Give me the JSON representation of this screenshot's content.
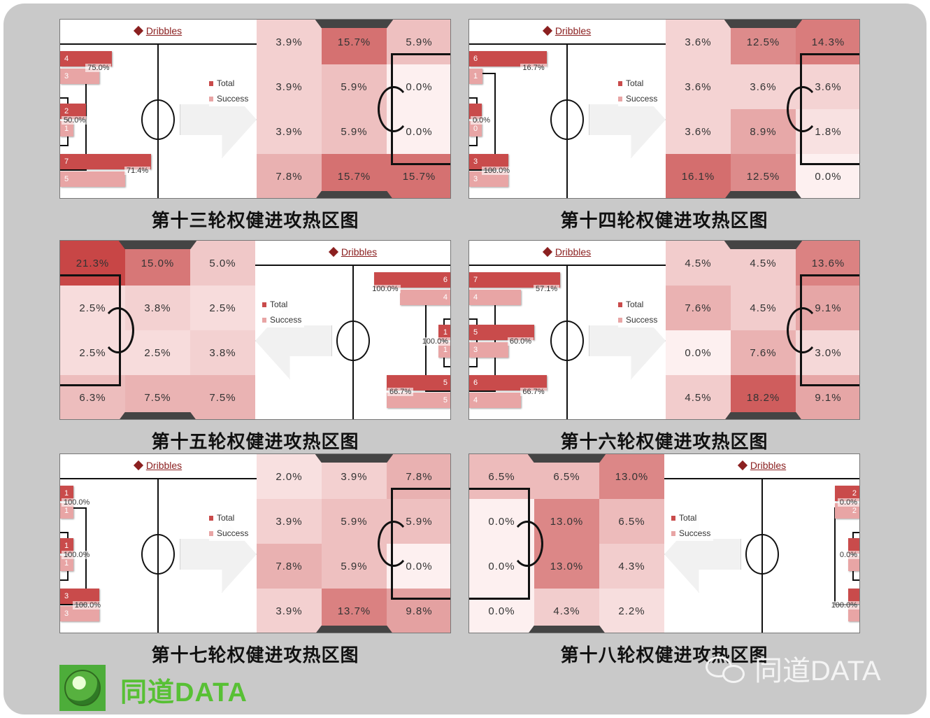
{
  "legend": {
    "total": "Total",
    "success": "Success",
    "title": "Dribbles"
  },
  "colors": {
    "total": "#c94b4b",
    "success": "#e8a5a5",
    "brand_green": "#58c035"
  },
  "panels": [
    {
      "caption": "第十三轮权健进攻热区图",
      "heatmap": [
        "3.9%",
        "15.7%",
        "5.9%",
        "3.9%",
        "5.9%",
        "0.0%",
        "3.9%",
        "5.9%",
        "0.0%",
        "7.8%",
        "15.7%",
        "15.7%"
      ],
      "bars": [
        {
          "total": "4",
          "success": "3",
          "pct": "75.0%"
        },
        {
          "total": "2",
          "success": "1",
          "pct": "50.0%"
        },
        {
          "total": "7",
          "success": "5",
          "pct": "71.4%"
        }
      ]
    },
    {
      "caption": "第十四轮权健进攻热区图",
      "heatmap": [
        "3.6%",
        "12.5%",
        "14.3%",
        "3.6%",
        "3.6%",
        "3.6%",
        "3.6%",
        "8.9%",
        "1.8%",
        "16.1%",
        "12.5%",
        "0.0%"
      ],
      "bars": [
        {
          "total": "6",
          "success": "1",
          "pct": "16.7%"
        },
        {
          "total": "",
          "success": "0",
          "pct": "0.0%"
        },
        {
          "total": "3",
          "success": "3",
          "pct": "100.0%"
        }
      ]
    },
    {
      "caption": "第十五轮权健进攻热区图",
      "heatmap": [
        "21.3%",
        "15.0%",
        "5.0%",
        "2.5%",
        "3.8%",
        "2.5%",
        "2.5%",
        "2.5%",
        "3.8%",
        "6.3%",
        "7.5%",
        "7.5%"
      ],
      "bars": [
        {
          "total": "6",
          "success": "4",
          "pct": "100.0%"
        },
        {
          "total": "1",
          "success": "1",
          "pct": "100.0%"
        },
        {
          "total": "5",
          "success": "5",
          "pct": "66.7%"
        }
      ]
    },
    {
      "caption": "第十六轮权健进攻热区图",
      "heatmap": [
        "4.5%",
        "4.5%",
        "13.6%",
        "7.6%",
        "4.5%",
        "9.1%",
        "0.0%",
        "7.6%",
        "3.0%",
        "4.5%",
        "18.2%",
        "9.1%"
      ],
      "bars": [
        {
          "total": "7",
          "success": "4",
          "pct": "57.1%"
        },
        {
          "total": "5",
          "success": "3",
          "pct": "60.0%"
        },
        {
          "total": "6",
          "success": "4",
          "pct": "66.7%"
        }
      ]
    },
    {
      "caption": "第十七轮权健进攻热区图",
      "heatmap": [
        "2.0%",
        "3.9%",
        "7.8%",
        "3.9%",
        "5.9%",
        "5.9%",
        "7.8%",
        "5.9%",
        "0.0%",
        "3.9%",
        "13.7%",
        "9.8%"
      ],
      "bars": [
        {
          "total": "1",
          "success": "1",
          "pct": "100.0%"
        },
        {
          "total": "1",
          "success": "1",
          "pct": "100.0%"
        },
        {
          "total": "3",
          "success": "3",
          "pct": "100.0%"
        }
      ]
    },
    {
      "caption": "第十八轮权健进攻热区图",
      "heatmap": [
        "6.5%",
        "6.5%",
        "13.0%",
        "0.0%",
        "13.0%",
        "6.5%",
        "0.0%",
        "13.0%",
        "4.3%",
        "0.0%",
        "4.3%",
        "2.2%"
      ],
      "bars": [
        {
          "total": "2",
          "success": "2",
          "pct": "0.0%"
        },
        {
          "total": "",
          "success": "",
          "pct": "0.0%"
        },
        {
          "total": "",
          "success": "",
          "pct": "100.0%"
        }
      ]
    }
  ],
  "footer": {
    "brand": "同道DATA",
    "wechat": "同道DATA"
  }
}
